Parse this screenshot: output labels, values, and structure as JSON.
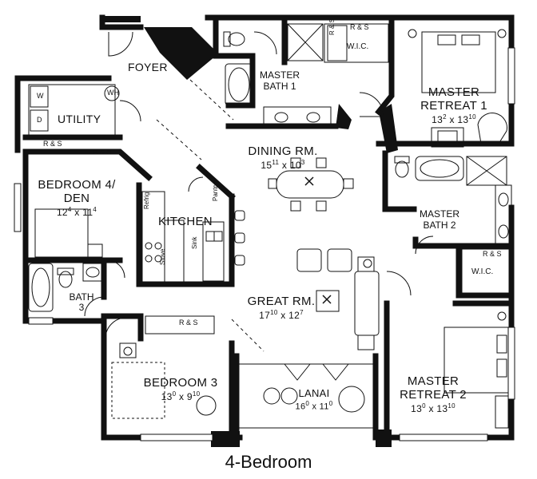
{
  "plan_title": "4-Bedroom",
  "rooms": {
    "foyer": {
      "name": "FOYER"
    },
    "utility": {
      "name": "UTILITY",
      "wh": "WH",
      "w": "W",
      "d": "D"
    },
    "master_bath1": {
      "line1": "MASTER",
      "line2": "BATH 1"
    },
    "master_retreat1": {
      "line1": "MASTER",
      "line2": "RETREAT 1",
      "dim_a": "13",
      "sup_a": "2",
      "dim_b": "13",
      "sup_b": "10"
    },
    "dining": {
      "name": "DINING RM.",
      "dim_a": "15",
      "sup_a": "11",
      "dim_b": "10",
      "sup_b": "3"
    },
    "bedroom4": {
      "line1": "BEDROOM 4/",
      "line2": "DEN",
      "dim_a": "12",
      "sup_a": "4",
      "dim_b": "11",
      "sup_b": "4"
    },
    "kitchen": {
      "name": "KITCHEN",
      "refrig": "Refrig",
      "pantry": "Pantry",
      "stove": "Stove",
      "sink": "Sink"
    },
    "master_bath2": {
      "line1": "MASTER",
      "line2": "BATH 2"
    },
    "bath3": {
      "line1": "BATH",
      "line2": "3"
    },
    "great": {
      "name": "GREAT RM.",
      "dim_a": "17",
      "sup_a": "10",
      "dim_b": "12",
      "sup_b": "7"
    },
    "bedroom3": {
      "name": "BEDROOM 3",
      "dim_a": "13",
      "sup_a": "0",
      "dim_b": "9",
      "sup_b": "10"
    },
    "lanai": {
      "name": "LANAI",
      "dim_a": "16",
      "sup_a": "0",
      "dim_b": "11",
      "sup_b": "0"
    },
    "master_retreat2": {
      "line1": "MASTER",
      "line2": "RETREAT 2",
      "dim_a": "13",
      "sup_a": "0",
      "dim_b": "13",
      "sup_b": "10"
    }
  },
  "closet_labels": {
    "rs": "R & S",
    "wic": "W.I.C."
  },
  "dim_sep": "x"
}
